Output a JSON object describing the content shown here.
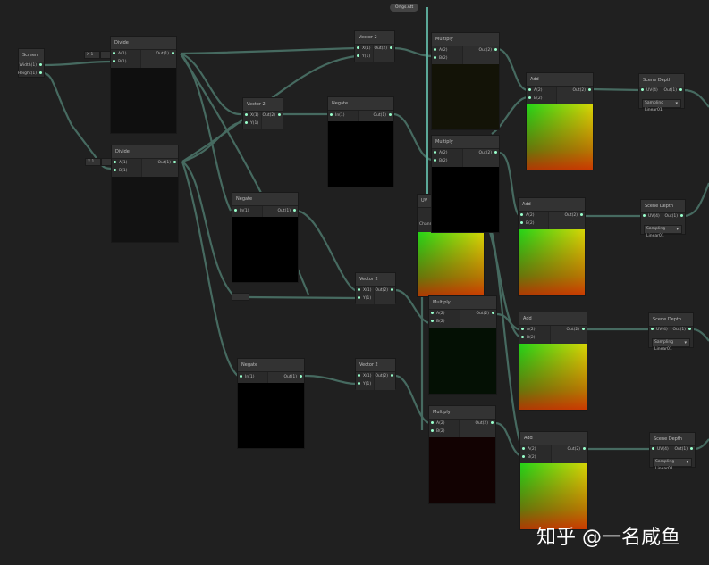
{
  "graph": {
    "wire_color": "#4a6e64",
    "wire_color_bright": "#5aa898",
    "background": "#202020"
  },
  "property": {
    "label": "Ortgs.Att"
  },
  "nodes": {
    "screen": {
      "title": "Screen",
      "outputs": [
        "Width(1)",
        "Height(1)"
      ]
    },
    "divide1": {
      "title": "Divide",
      "inputs": [
        "A(1)",
        "B(1)"
      ],
      "output": "Out(1)",
      "const_a": "X 1"
    },
    "divide2": {
      "title": "Divide",
      "inputs": [
        "A(1)",
        "B(1)"
      ],
      "output": "Out(1)",
      "const_a": "X 1"
    },
    "vector2_top": {
      "title": "Vector 2",
      "inputs": [
        "X(1)",
        "Y(1)"
      ],
      "output": "Out(2)"
    },
    "vector2_mid": {
      "title": "Vector 2",
      "inputs": [
        "X(1)",
        "Y(1)"
      ],
      "output": "Out(2)"
    },
    "negate1": {
      "title": "Negate",
      "inputs": [
        "In(1)"
      ],
      "output": "Out(1)"
    },
    "negate2": {
      "title": "Negate",
      "inputs": [
        "In(1)"
      ],
      "output": "Out(1)"
    },
    "negate3": {
      "title": "Negate",
      "inputs": [
        "In(1)"
      ],
      "output": "Out(1)"
    },
    "vector2_c": {
      "title": "Vector 2",
      "inputs": [
        "X(1)",
        "Y(1)"
      ],
      "output": "Out(2)"
    },
    "vector2_d": {
      "title": "Vector 2",
      "inputs": [
        "X(1)",
        "Y(1)"
      ],
      "output": "Out(2)"
    },
    "multiply1": {
      "title": "Multiply",
      "inputs": [
        "A(2)",
        "B(2)"
      ],
      "output": "Out(2)"
    },
    "multiply2": {
      "title": "Multiply",
      "inputs": [
        "A(2)",
        "B(2)"
      ],
      "output": "Out(2)"
    },
    "multiply3": {
      "title": "Multiply",
      "inputs": [
        "A(2)",
        "B(2)"
      ],
      "output": "Out(2)"
    },
    "multiply4": {
      "title": "Multiply",
      "inputs": [
        "A(2)",
        "B(2)"
      ],
      "output": "Out(2)"
    },
    "uv": {
      "title": "UV",
      "channel": "Channel"
    },
    "add1": {
      "title": "Add",
      "inputs": [
        "A(2)",
        "B(2)"
      ],
      "output": "Out(2)"
    },
    "add2": {
      "title": "Add",
      "inputs": [
        "A(2)",
        "B(2)"
      ],
      "output": "Out(2)"
    },
    "add3": {
      "title": "Add",
      "inputs": [
        "A(2)",
        "B(2)"
      ],
      "output": "Out(2)"
    },
    "add4": {
      "title": "Add",
      "inputs": [
        "A(2)",
        "B(2)"
      ],
      "output": "Out(2)"
    },
    "scene_depth1": {
      "title": "Scene Depth",
      "input": "UV(4)",
      "output": "Out(1)",
      "sampling": "Sampling Linear01"
    },
    "scene_depth2": {
      "title": "Scene Depth",
      "input": "UV(4)",
      "output": "Out(1)",
      "sampling": "Sampling Linear01"
    },
    "scene_depth3": {
      "title": "Scene Depth",
      "input": "UV(4)",
      "output": "Out(1)",
      "sampling": "Sampling Linear01"
    },
    "scene_depth4": {
      "title": "Scene Depth",
      "input": "UV(4)",
      "output": "Out(1)",
      "sampling": "Sampling Linear01"
    }
  },
  "watermark": "知乎 @一名咸鱼"
}
